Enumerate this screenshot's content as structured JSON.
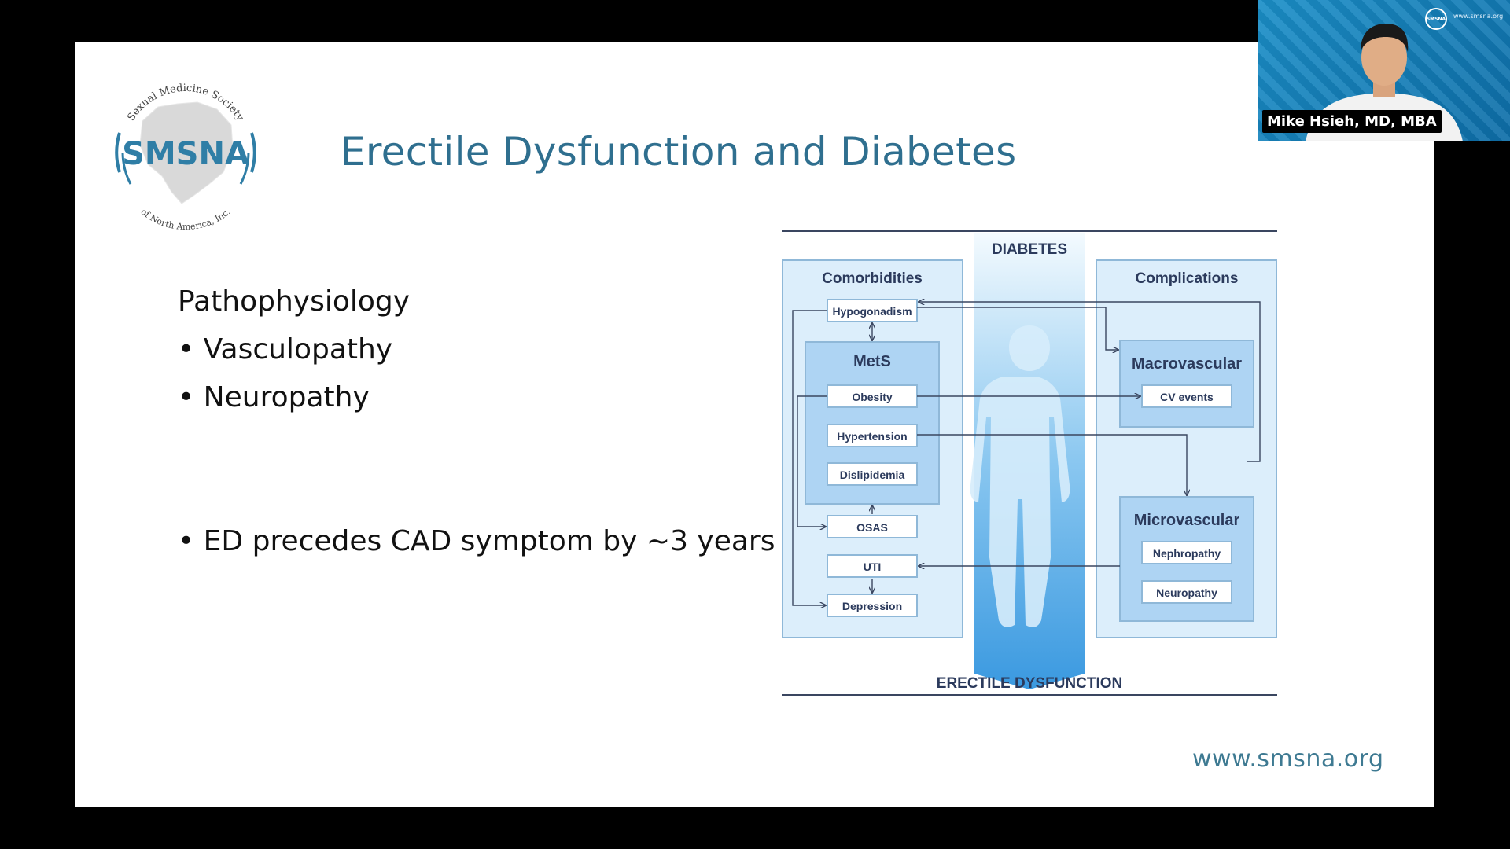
{
  "slide": {
    "logo": {
      "top_arc_text": "Sexual Medicine Society",
      "wordmark": "SMSNA",
      "bottom_arc_text": "of North America, Inc."
    },
    "title": "Erectile Dysfunction and Diabetes",
    "heading": "Pathophysiology",
    "bullets": [
      "• Vasculopathy",
      "• Neuropathy"
    ],
    "bullets_2": [
      "• ED precedes CAD symptom by ~3 years"
    ],
    "website": "www.smsna.org"
  },
  "diagram": {
    "top_label": "DIABETES",
    "bottom_label": "ERECTILE DYSFUNCTION",
    "comorbidities_title": "Comorbidities",
    "complications_title": "Complications",
    "mets_title": "MetS",
    "comorbidity_items": {
      "hypogonadism": "Hypogonadism",
      "obesity": "Obesity",
      "hypertension": "Hypertension",
      "dislipidemia": "Dislipidemia",
      "osas": "OSAS",
      "uti": "UTI",
      "depression": "Depression"
    },
    "macrovascular_title": "Macrovascular",
    "macrovascular_items": [
      "CV events"
    ],
    "microvascular_title": "Microvascular",
    "microvascular_items": [
      "Nephropathy",
      "Neuropathy"
    ],
    "colors": {
      "panel_fill": "#dceefb",
      "panel_stroke": "#8fb8d8",
      "inner_fill": "#aed4f3",
      "text": "#2b3a5c",
      "center_top": "#e9f5fd",
      "center_bottom": "#3a99e0"
    }
  },
  "video_overlay": {
    "presenter_name": "Mike Hsieh, MD, MBA",
    "logo_text": "SMSNA",
    "url": "www.smsna.org"
  }
}
